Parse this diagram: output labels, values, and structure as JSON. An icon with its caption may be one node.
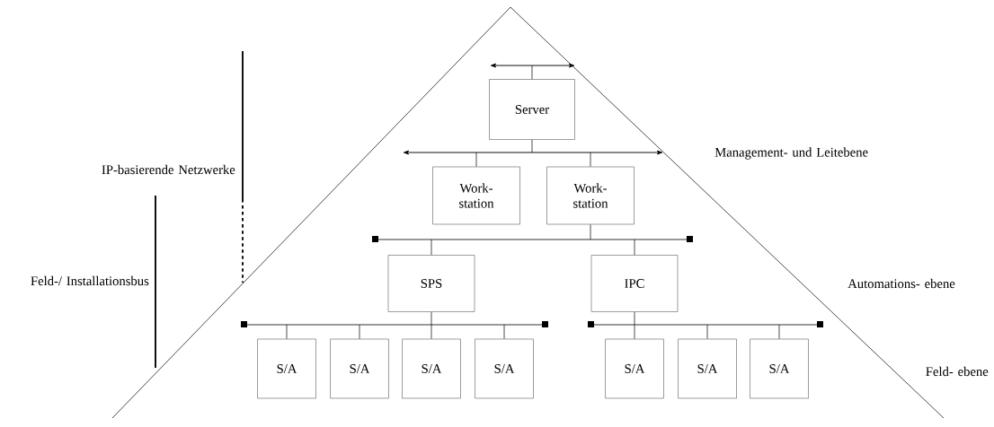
{
  "diagram": {
    "nodes": [
      {
        "text": [],
        "shape": "bar"
      },
      {
        "text": [
          "Server"
        ]
      },
      {
        "text": [],
        "shape": "bar"
      },
      {
        "text": [
          "Work- station"
        ]
      },
      {
        "text": [
          "Work- station"
        ]
      },
      {
        "text": [],
        "shape": "bar"
      },
      {
        "text": [
          "SPS"
        ]
      },
      {
        "text": [
          "IPC"
        ]
      },
      {
        "text": [],
        "shape": "bar"
      },
      {
        "text": [],
        "shape": "bar"
      },
      {
        "text": [
          "S/A"
        ]
      },
      {
        "text": [
          "S/A"
        ]
      },
      {
        "text": [
          "S/A"
        ]
      },
      {
        "text": [
          "S/A"
        ]
      },
      {
        "text": [
          "S/A"
        ]
      },
      {
        "text": [
          "S/A"
        ]
      },
      {
        "text": [
          "S/A"
        ]
      }
    ],
    "edges": [
      {
        "from": 0,
        "to": 1,
        "arrow": "none"
      },
      {
        "from": 1,
        "to": 2,
        "arrow": "none"
      },
      {
        "from": 2,
        "to": 3,
        "arrow": "none"
      },
      {
        "from": 2,
        "to": 4,
        "arrow": "none"
      },
      {
        "from": 4,
        "to": 5,
        "arrow": "none"
      },
      {
        "from": 5,
        "to": 6,
        "arrow": "none"
      },
      {
        "from": 5,
        "to": 7,
        "arrow": "none"
      },
      {
        "from": 6,
        "to": 8,
        "arrow": "none"
      },
      {
        "from": 7,
        "to": 9,
        "arrow": "none"
      },
      {
        "from": 8,
        "to": 10,
        "arrow": "none"
      },
      {
        "from": 8,
        "to": 11,
        "arrow": "none"
      },
      {
        "from": 8,
        "to": 12,
        "arrow": "none"
      },
      {
        "from": 8,
        "to": 13,
        "arrow": "none"
      },
      {
        "from": 9,
        "to": 14,
        "arrow": "none"
      },
      {
        "from": 9,
        "to": 15,
        "arrow": "none"
      },
      {
        "from": 9,
        "to": 16,
        "arrow": "none"
      }
    ],
    "labels": [
      "IP-basierende Netzwerke",
      "Feld-/ Installationsbus",
      "Management- und Leitebene",
      "Automations- ebene",
      "Feld- ebene"
    ]
  }
}
